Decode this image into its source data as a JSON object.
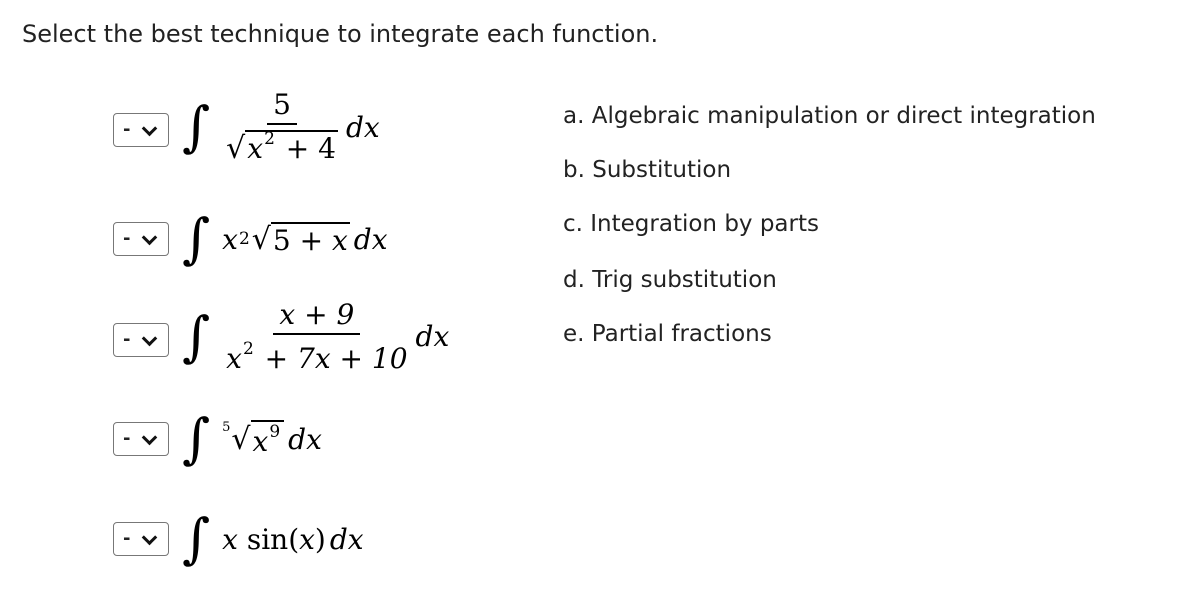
{
  "title": "Select the best technique to integrate each function.",
  "select_value": "-",
  "problems": [
    {
      "num": "5",
      "den_rad": "x",
      "den_exp": "2",
      "den_rest": " + 4",
      "dx": "dx"
    },
    {
      "base": "x",
      "exp": "2",
      "rad": "5 + ",
      "rad_var": "x",
      "dx": "dx"
    },
    {
      "num": "x + 9",
      "den_a": "x",
      "den_exp": "2",
      "den_b": " + 7x + 10",
      "dx": "dx"
    },
    {
      "index": "5",
      "base": "x",
      "exp": "9",
      "dx": "dx"
    },
    {
      "var": "x",
      "fn": "sin(",
      "arg": "x",
      ",close": ")",
      "close": ")",
      "dx": "dx"
    }
  ],
  "options": [
    "a. Algebraic manipulation or direct integration",
    "b. Substitution",
    "c. Integration by parts",
    "d. Trig substitution",
    "e. Partial fractions"
  ]
}
